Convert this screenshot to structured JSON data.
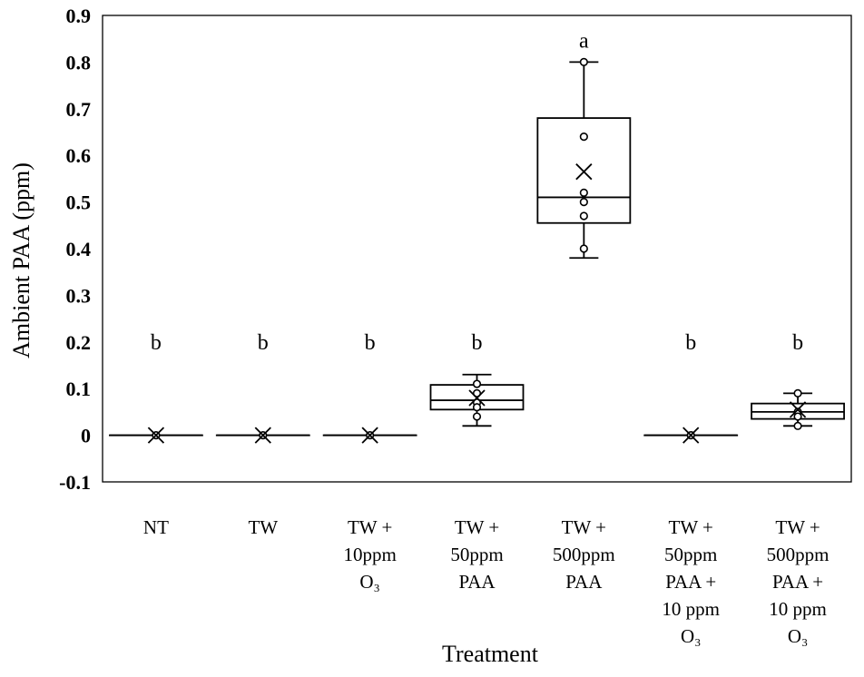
{
  "chart_data": {
    "type": "box",
    "title": "",
    "xlabel": "Treatment",
    "ylabel": "Ambient PAA (ppm)",
    "ylim": [
      -0.1,
      0.9
    ],
    "yticks": [
      "-0.1",
      "0",
      "0.1",
      "0.2",
      "0.3",
      "0.4",
      "0.5",
      "0.6",
      "0.7",
      "0.8",
      "0.9"
    ],
    "grid": false,
    "legend": "none",
    "categories": [
      {
        "lines": [
          "NT"
        ]
      },
      {
        "lines": [
          "TW"
        ]
      },
      {
        "lines": [
          "TW +",
          "10ppm",
          "O₃"
        ]
      },
      {
        "lines": [
          "TW +",
          "50ppm",
          "PAA"
        ]
      },
      {
        "lines": [
          "TW +",
          "500ppm",
          "PAA"
        ]
      },
      {
        "lines": [
          "TW +",
          "50ppm",
          "PAA +",
          "10 ppm",
          "O₃"
        ]
      },
      {
        "lines": [
          "TW +",
          "500ppm",
          "PAA +",
          "10 ppm",
          "O₃"
        ]
      }
    ],
    "boxes": [
      {
        "min": 0,
        "q1": 0,
        "median": 0,
        "q3": 0,
        "max": 0,
        "mean": 0,
        "points": [
          0
        ],
        "letter": "b"
      },
      {
        "min": 0,
        "q1": 0,
        "median": 0,
        "q3": 0,
        "max": 0,
        "mean": 0,
        "points": [
          0
        ],
        "letter": "b"
      },
      {
        "min": 0,
        "q1": 0,
        "median": 0,
        "q3": 0,
        "max": 0,
        "mean": 0,
        "points": [
          0
        ],
        "letter": "b"
      },
      {
        "min": 0.02,
        "q1": 0.055,
        "median": 0.075,
        "q3": 0.108,
        "max": 0.13,
        "mean": 0.08,
        "points": [
          0.11,
          0.09,
          0.07,
          0.06,
          0.04
        ],
        "letter": "b"
      },
      {
        "min": 0.38,
        "q1": 0.455,
        "median": 0.51,
        "q3": 0.68,
        "max": 0.8,
        "mean": 0.565,
        "points": [
          0.8,
          0.64,
          0.52,
          0.5,
          0.47,
          0.4
        ],
        "letter": "a"
      },
      {
        "min": 0,
        "q1": 0,
        "median": 0,
        "q3": 0,
        "max": 0,
        "mean": 0,
        "points": [
          0
        ],
        "letter": "b"
      },
      {
        "min": 0.02,
        "q1": 0.035,
        "median": 0.05,
        "q3": 0.068,
        "max": 0.09,
        "mean": 0.055,
        "points": [
          0.09,
          0.05,
          0.04,
          0.02
        ],
        "letter": "b"
      }
    ],
    "colors": {
      "stroke": "#000000",
      "background": "#ffffff"
    }
  }
}
